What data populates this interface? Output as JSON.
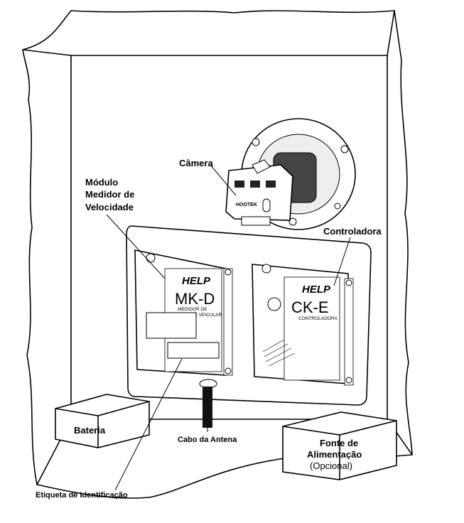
{
  "labels": {
    "camera": "Câmera",
    "speed_module": [
      "Módulo",
      "Medidor de",
      "Velocidade"
    ],
    "controller": "Controladora",
    "battery": "Bateria",
    "antenna_cable": "Cabo da Antena",
    "power_supply": [
      "Fonte de",
      "Alimentação",
      "(Opcional)"
    ],
    "id_label": "Etiqueta de Identificação"
  },
  "modules": {
    "mkd": {
      "brand": "HELP",
      "model": "MK-D",
      "desc": [
        "MEDIDOR DE",
        "VELOCIDADE VEICULAR"
      ]
    },
    "cke": {
      "brand": "HELP",
      "model": "CK-E",
      "desc": [
        "CONTROLADORA"
      ]
    }
  },
  "camera_brand": "HOOTEK"
}
